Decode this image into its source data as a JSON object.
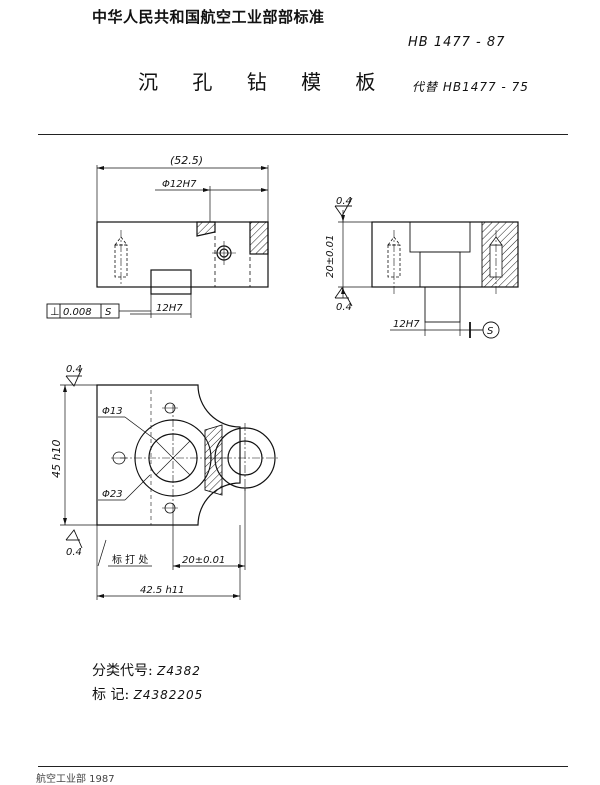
{
  "header": {
    "organization": "中华人民共和国航空工业部部标准",
    "standard_number": "HB 1477 - 87",
    "title": "沉 孔 钻 模 板",
    "replaces": "代替 HB1477 - 75"
  },
  "drawing": {
    "front_view": {
      "overall_length": "(52.5)",
      "bore_fit": "Φ12H7",
      "bottom_fit": "12H7",
      "perpendicularity_symbol": "⊥",
      "perpendicularity_value": "0.008",
      "datum": "S"
    },
    "side_view": {
      "roughness_top": "0.4",
      "roughness_bottom": "0.4",
      "thickness": "20±0.01",
      "fit": "12H7",
      "datum": "S"
    },
    "plan_view": {
      "roughness_left": "0.4",
      "roughness_bottom": "0.4",
      "height": "45 h10",
      "small_dia": "Φ13",
      "large_dia": "Φ23",
      "marking_note": "标 打 处",
      "center_distance": "20±0.01",
      "width": "42.5 h11"
    }
  },
  "classification": {
    "label": "分类代号:",
    "value": "Z4382",
    "mark_label": "标    记:",
    "mark_value": "Z4382205"
  },
  "footer": {
    "text": "航空工业部 1987"
  }
}
